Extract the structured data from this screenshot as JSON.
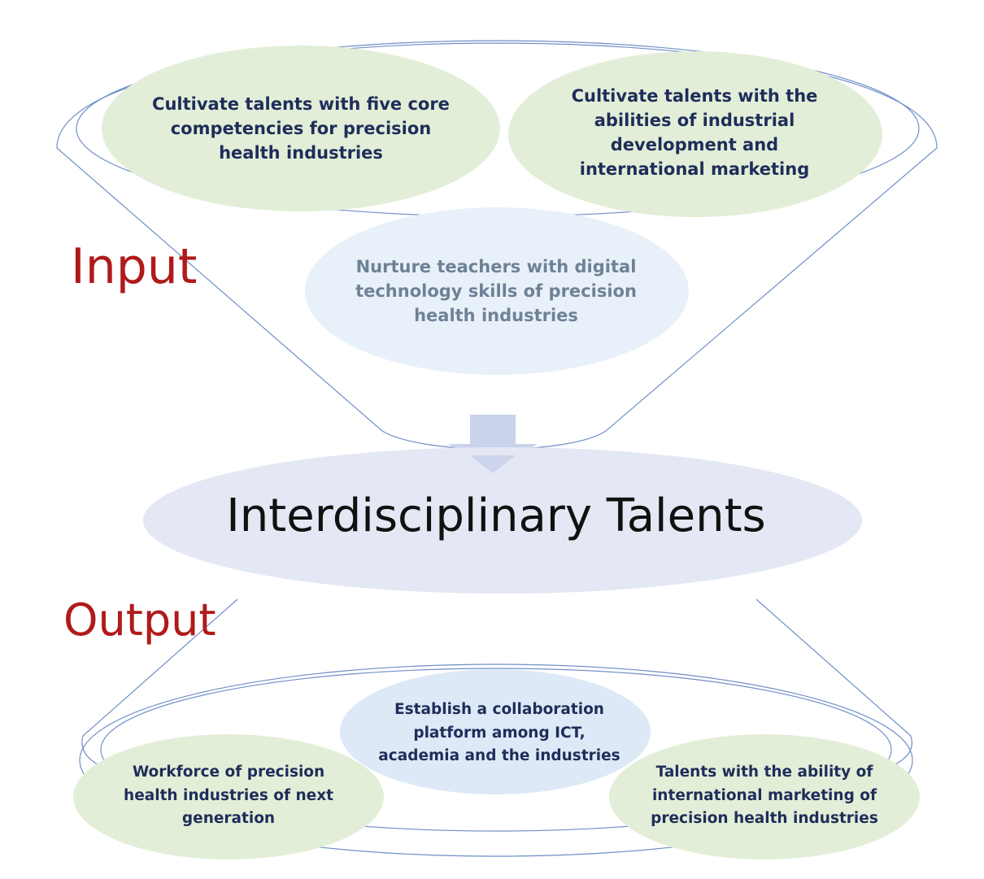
{
  "input_label": "Input",
  "output_label": "Output",
  "center_label": "Interdisciplinary Talents",
  "input_items": [
    "Cultivate talents with five core\ncompetencies for precision\nhealth industries",
    "Cultivate talents with the\nabilities of industrial\ndevelopment and\ninternational marketing",
    "Nurture teachers with digital\ntechnology skills of precision\nhealth industries"
  ],
  "output_items": [
    "Establish a collaboration\nplatform among ICT,\nacademia and the industries",
    "Workforce of precision\nhealth industries of next\ngeneration",
    "Talents with the ability of\ninternational marketing of\nprecision health industries"
  ],
  "colors": {
    "outline": "#6f8fc8",
    "green_fill": "#e3eed8",
    "light_blue_fill": "#e8f1fa",
    "blue_fill": "#dde9f6",
    "center_fill": "#e4e8f4",
    "arrow": "#c9d3ea",
    "section_text": "#b01a1a",
    "item_text": "#1f2d5a"
  }
}
